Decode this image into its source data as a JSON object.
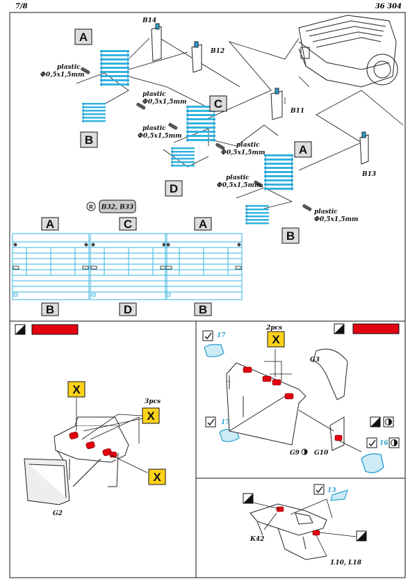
{
  "header": {
    "page": "7/8",
    "code": "36 304"
  },
  "letters": {
    "a": "A",
    "b": "B",
    "c": "C",
    "d": "D",
    "x": "X"
  },
  "parts": {
    "b14": "B14",
    "b12": "B12",
    "b11": "B11",
    "b13": "B13",
    "ref": "B32, B33",
    "g3": "G3",
    "g2": "G2",
    "g9": "G9",
    "g10": "G10",
    "k42": "K42",
    "l10": "L10, L18"
  },
  "plastic": {
    "word": "plastic",
    "size": "Φ0,5x1,5mm"
  },
  "counts": {
    "three": "3pcs",
    "two": "2pcs"
  },
  "steps": {
    "s17": "17",
    "s16": "16",
    "s13": "13"
  },
  "colors": {
    "etch": "#33b3e0",
    "paint": "#e3000f",
    "tag": "#ffd21a",
    "line": "#111111"
  }
}
